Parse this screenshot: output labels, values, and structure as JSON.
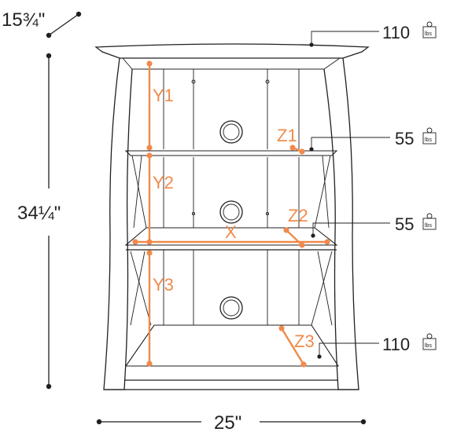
{
  "dimensions": {
    "depth": "15¾\"",
    "height": "34¼\"",
    "width": "25\""
  },
  "measure_labels": {
    "y1": "Y1",
    "y2": "Y2",
    "y3": "Y3",
    "x": "X",
    "z1": "Z1",
    "z2": "Z2",
    "z3": "Z3"
  },
  "loads": [
    {
      "value": "110",
      "unit": "lbs"
    },
    {
      "value": "55",
      "unit": "lbs"
    },
    {
      "value": "55",
      "unit": "lbs"
    },
    {
      "value": "110",
      "unit": "lbs"
    }
  ],
  "colors": {
    "accent": "#f08a4b",
    "line": "#231f20"
  }
}
